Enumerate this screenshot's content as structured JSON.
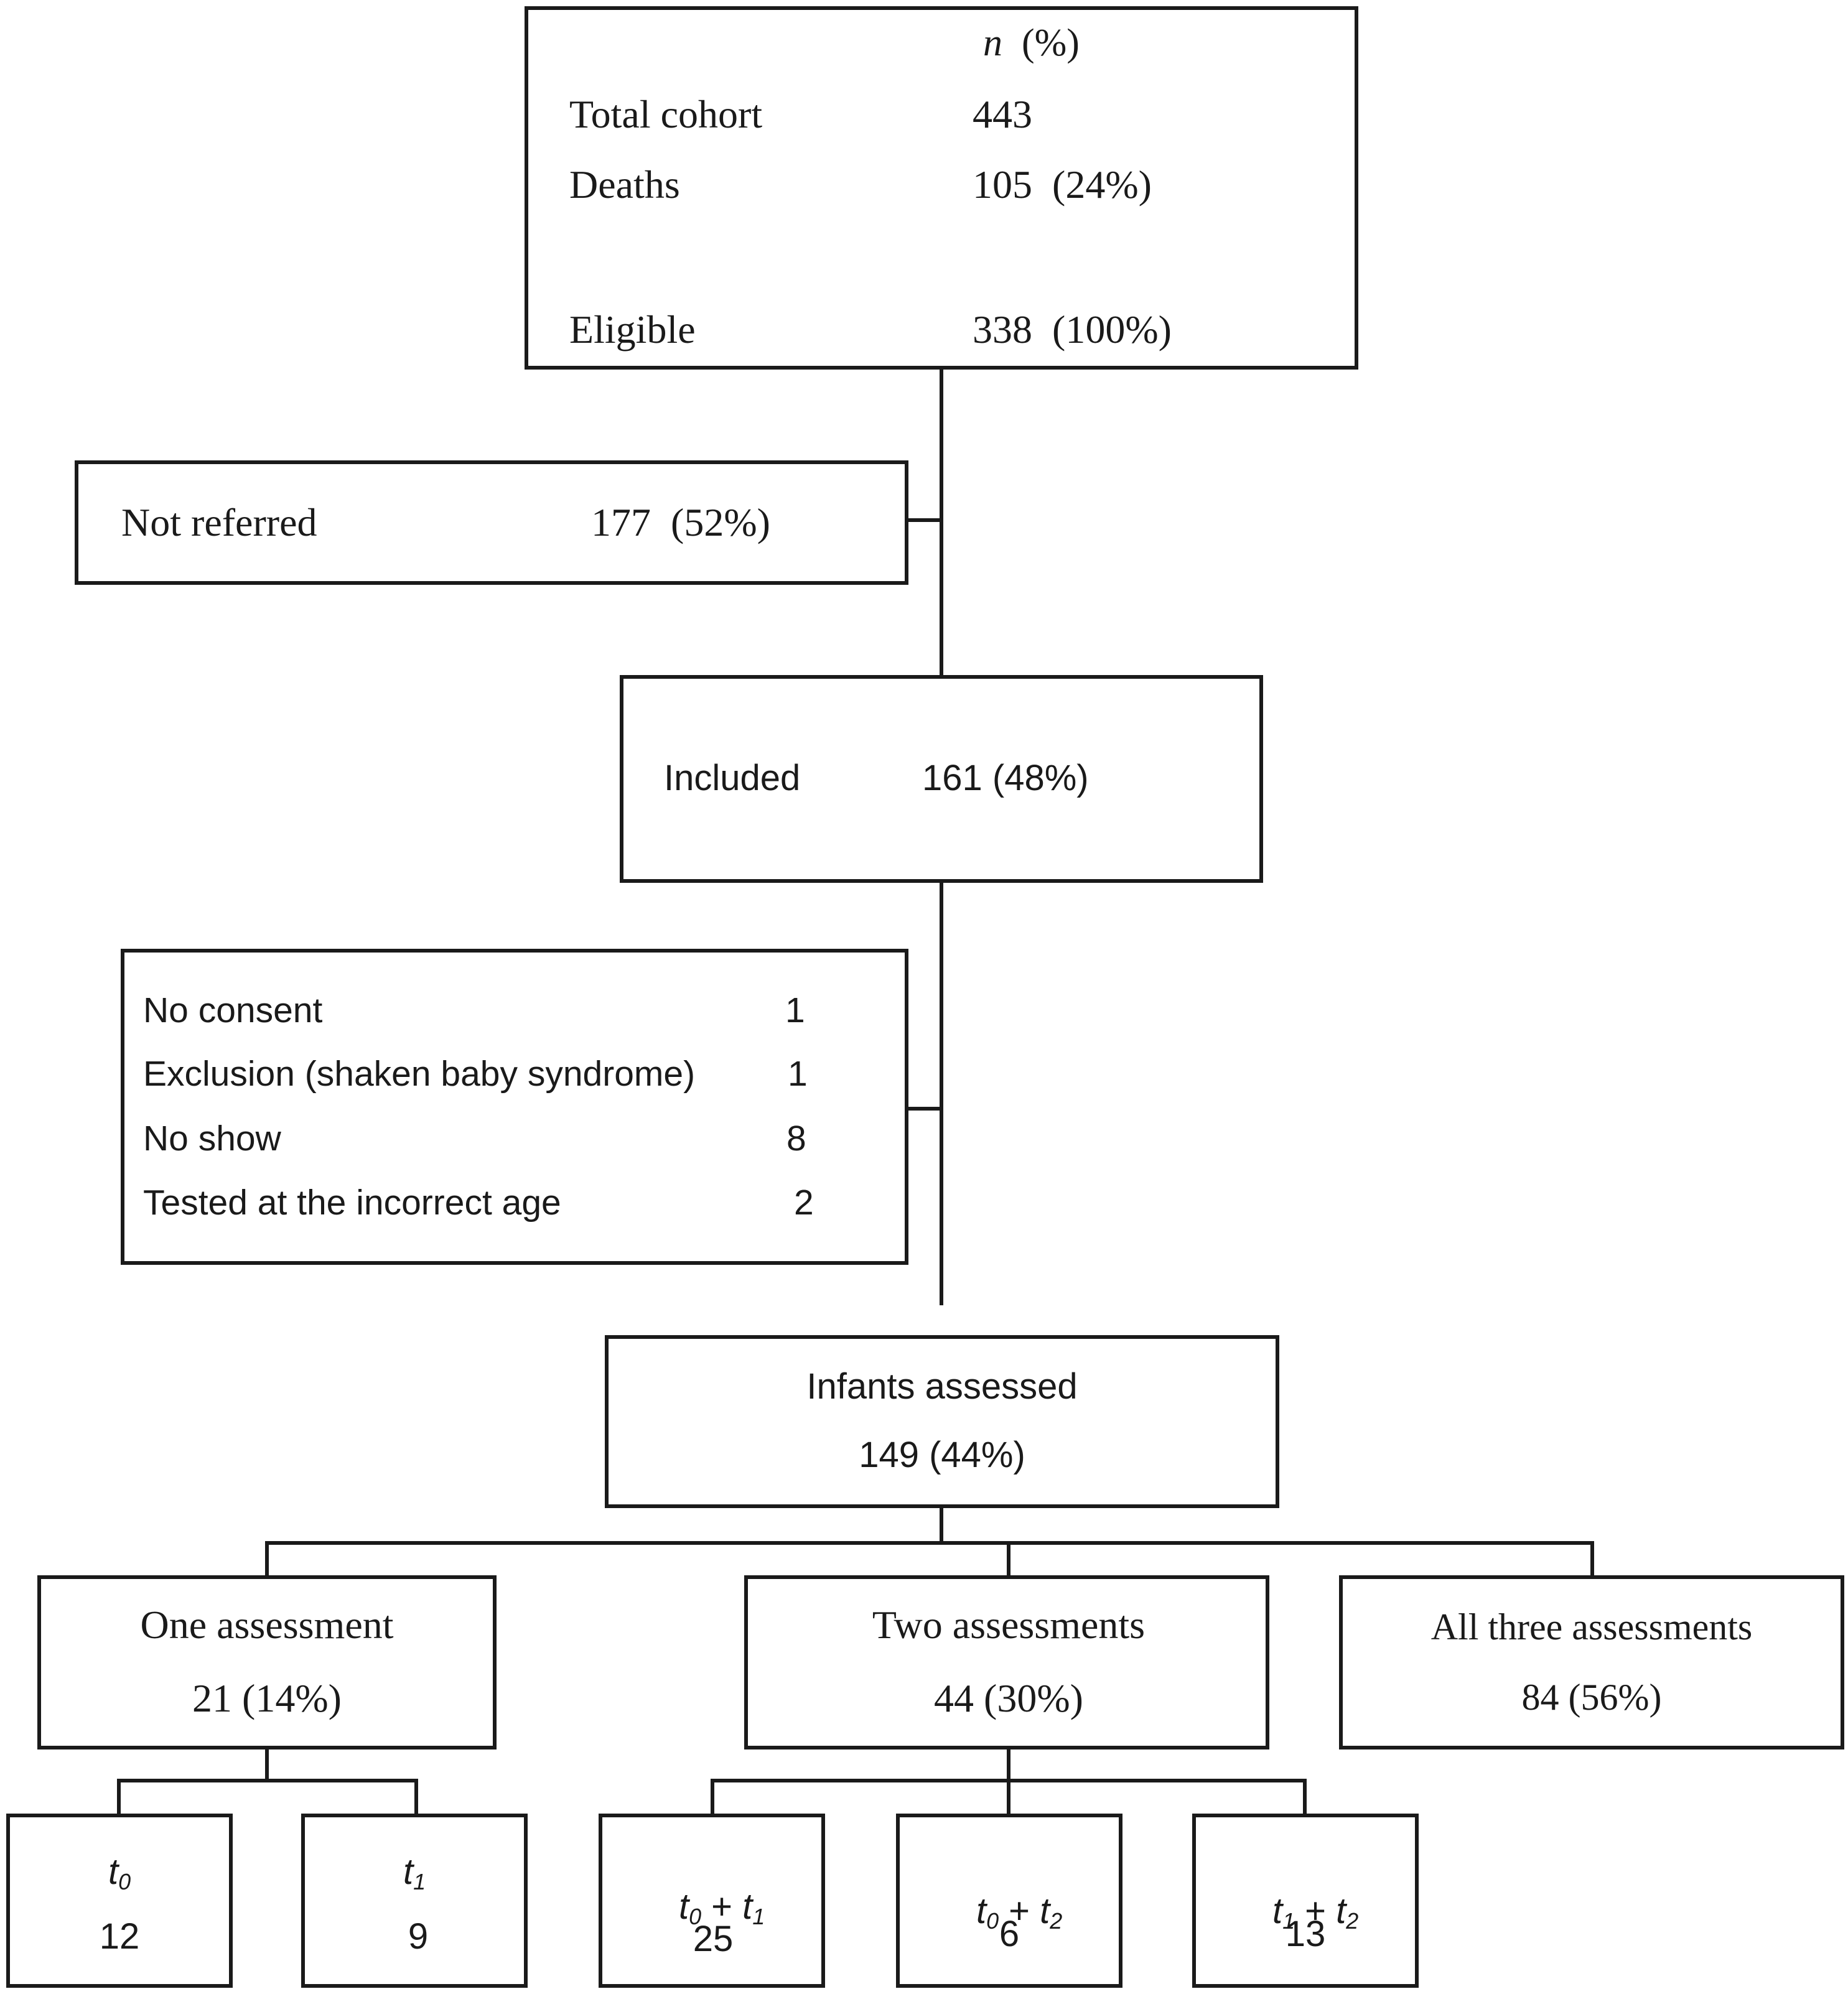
{
  "cohort_box": {
    "header_n": "n",
    "header_pct": "(%)",
    "rows": [
      {
        "label": "Total cohort",
        "value": "443"
      },
      {
        "label": "Deaths",
        "value": "105  (24%)"
      },
      {
        "label": "Eligible",
        "value": "338  (100%)"
      }
    ]
  },
  "not_referred": {
    "label": "Not referred",
    "value": "177  (52%)"
  },
  "included": {
    "label": "Included",
    "value": "161 (48%)"
  },
  "exclusions": {
    "rows": [
      {
        "label": "No consent",
        "value": "1"
      },
      {
        "label": "Exclusion (shaken baby syndrome)",
        "value": "1"
      },
      {
        "label": "No show",
        "value": "8"
      },
      {
        "label": "Tested at the incorrect age",
        "value": "2"
      }
    ]
  },
  "assessed": {
    "label": "Infants assessed",
    "value": "149 (44%)"
  },
  "groups": [
    {
      "label": "One assessment",
      "value": "21 (14%)"
    },
    {
      "label": "Two assessments",
      "value": "44 (30%)"
    },
    {
      "label": "All three assessments",
      "value": "84 (56%)"
    }
  ],
  "subgroups": [
    {
      "t": "t",
      "a": "0",
      "plus": "",
      "t2": "",
      "b": "",
      "value": "12"
    },
    {
      "t": "t",
      "a": "1",
      "plus": "",
      "t2": "",
      "b": "",
      "value": "9"
    },
    {
      "t": "t",
      "a": "0",
      "plus": " + ",
      "t2": "t",
      "b": "1",
      "value": "25"
    },
    {
      "t": "t",
      "a": "0",
      "plus": " + ",
      "t2": "t",
      "b": "2",
      "value": "6"
    },
    {
      "t": "t",
      "a": "1",
      "plus": " + ",
      "t2": "t",
      "b": "2",
      "value": "13"
    }
  ]
}
